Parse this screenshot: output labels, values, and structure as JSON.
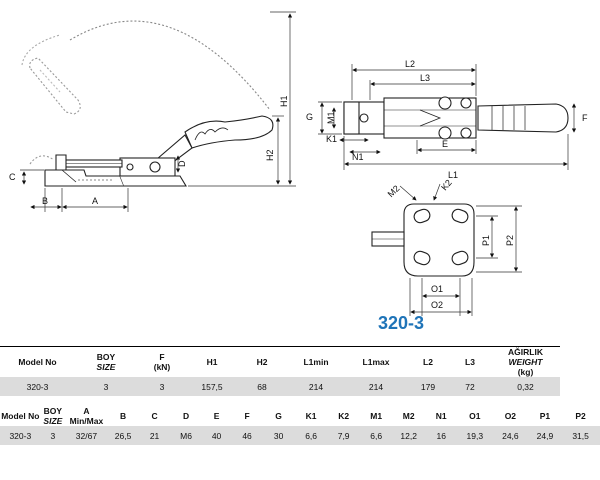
{
  "model_title": "320-3",
  "side_view_labels": {
    "h1": "H1",
    "h2": "H2",
    "d": "D",
    "c": "C",
    "b": "B",
    "a": "A"
  },
  "top_view_labels": {
    "l1": "L1",
    "l2": "L2",
    "l3": "L3",
    "g": "G",
    "m1": "M1",
    "k1": "K1",
    "n1": "N1",
    "e": "E",
    "f": "F"
  },
  "base_view_labels": {
    "m2": "M2",
    "k2": "K2",
    "p1": "P1",
    "p2": "P2",
    "o1": "O1",
    "o2": "O2"
  },
  "table1": {
    "headers": [
      {
        "main": "Model No",
        "sub": "",
        "sub2": ""
      },
      {
        "main": "BOY",
        "sub": "SIZE",
        "sub2": ""
      },
      {
        "main": "F",
        "sub": "(kN)",
        "sub2": ""
      },
      {
        "main": "H1",
        "sub": "",
        "sub2": ""
      },
      {
        "main": "H2",
        "sub": "",
        "sub2": ""
      },
      {
        "main": "L1min",
        "sub": "",
        "sub2": ""
      },
      {
        "main": "L1max",
        "sub": "",
        "sub2": ""
      },
      {
        "main": "L2",
        "sub": "",
        "sub2": ""
      },
      {
        "main": "L3",
        "sub": "",
        "sub2": ""
      },
      {
        "main": "AĞIRLIK",
        "sub": "WEIGHT",
        "sub2": "(kg)"
      }
    ],
    "row": [
      "320-3",
      "3",
      "3",
      "157,5",
      "68",
      "214",
      "214",
      "179",
      "72",
      "0,32"
    ]
  },
  "table2": {
    "headers": [
      {
        "main": "Model No",
        "sub": ""
      },
      {
        "main": "BOY",
        "sub": "SIZE"
      },
      {
        "main": "A",
        "sub": "Min/Max"
      },
      {
        "main": "B",
        "sub": ""
      },
      {
        "main": "C",
        "sub": ""
      },
      {
        "main": "D",
        "sub": ""
      },
      {
        "main": "E",
        "sub": ""
      },
      {
        "main": "F",
        "sub": ""
      },
      {
        "main": "G",
        "sub": ""
      },
      {
        "main": "K1",
        "sub": ""
      },
      {
        "main": "K2",
        "sub": ""
      },
      {
        "main": "M1",
        "sub": ""
      },
      {
        "main": "M2",
        "sub": ""
      },
      {
        "main": "N1",
        "sub": ""
      },
      {
        "main": "O1",
        "sub": ""
      },
      {
        "main": "O2",
        "sub": ""
      },
      {
        "main": "P1",
        "sub": ""
      },
      {
        "main": "P2",
        "sub": ""
      }
    ],
    "row": [
      "320-3",
      "3",
      "32/67",
      "26,5",
      "21",
      "M6",
      "40",
      "46",
      "30",
      "6,6",
      "7,9",
      "6,6",
      "12,2",
      "16",
      "19,3",
      "24,6",
      "24,9",
      "31,5"
    ]
  }
}
